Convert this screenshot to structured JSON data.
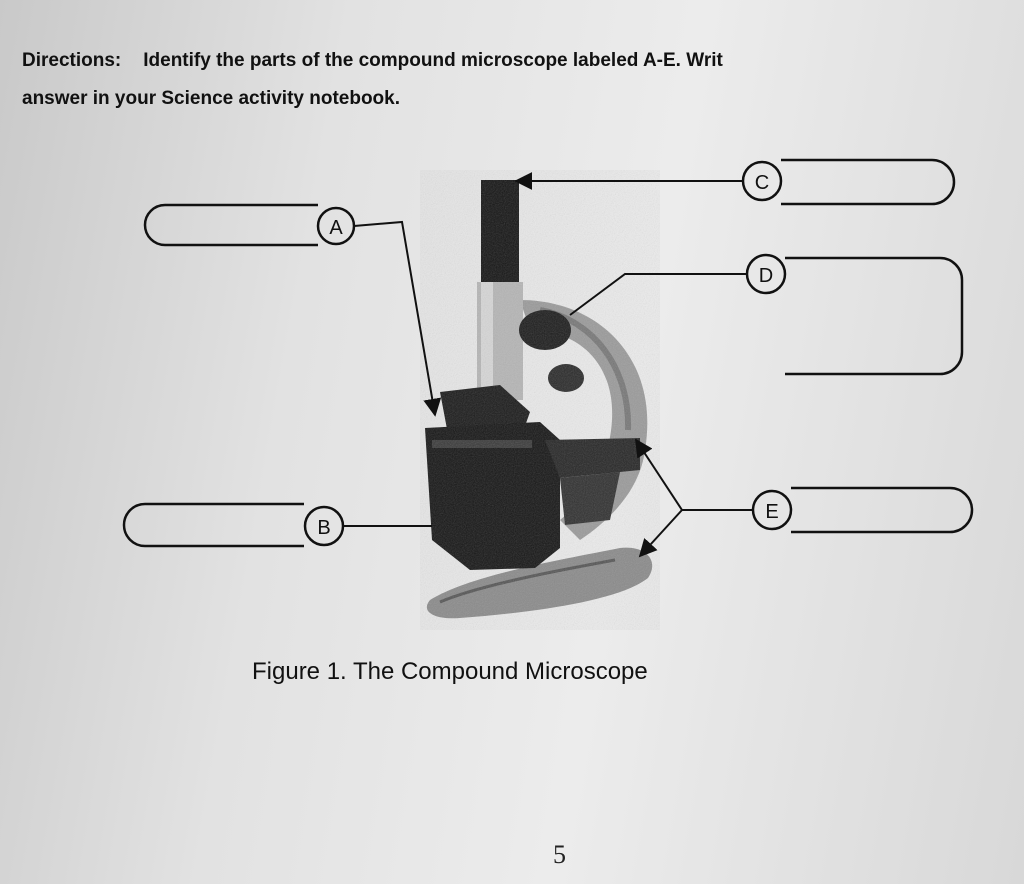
{
  "directions": {
    "label": "Directions:",
    "line1": "Identify the parts of the compound microscope labeled A-E. Writ",
    "line2": "answer in your Science activity notebook."
  },
  "labels": {
    "a": "A",
    "b": "B",
    "c": "C",
    "d": "D",
    "e": "E"
  },
  "figure_caption": "Figure 1. The Compound Microscope",
  "page_number": "5"
}
